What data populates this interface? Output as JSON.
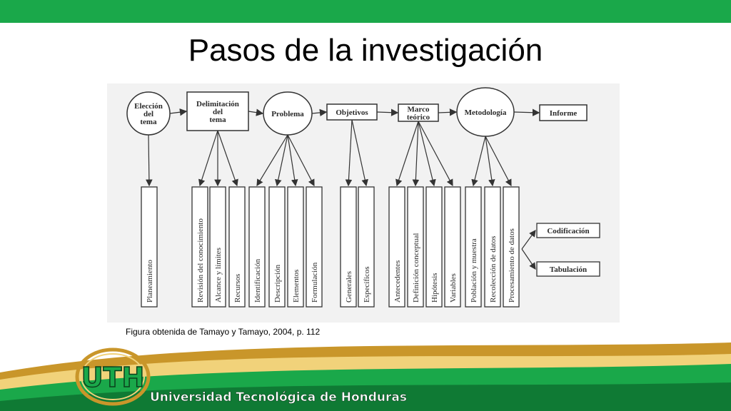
{
  "slide": {
    "title": "Pasos de la investigación",
    "caption": "Figura obtenida de Tamayo y Tamayo, 2004, p. 112"
  },
  "diagram": {
    "steps": [
      {
        "id": "eleccion",
        "shape": "circle",
        "lines": [
          "Elección",
          "del",
          "tema"
        ]
      },
      {
        "id": "delimitacion",
        "shape": "rect",
        "lines": [
          "Delimitación",
          "del",
          "tema"
        ]
      },
      {
        "id": "problema",
        "shape": "circle",
        "lines": [
          "Problema"
        ]
      },
      {
        "id": "objetivos",
        "shape": "rect",
        "lines": [
          "Objetivos"
        ]
      },
      {
        "id": "marco",
        "shape": "rect",
        "lines": [
          "Marco",
          "teórico"
        ]
      },
      {
        "id": "metodologia",
        "shape": "circle",
        "lines": [
          "Metodología"
        ]
      },
      {
        "id": "informe",
        "shape": "rect",
        "lines": [
          "Informe"
        ]
      }
    ],
    "substeps": [
      {
        "parent": "eleccion",
        "label": "Planeamiento"
      },
      {
        "parent": "delimitacion",
        "label": "Revisión del conocimiento"
      },
      {
        "parent": "delimitacion",
        "label": "Alcance y límites"
      },
      {
        "parent": "delimitacion",
        "label": "Recursos"
      },
      {
        "parent": "problema",
        "label": "Identificación"
      },
      {
        "parent": "problema",
        "label": "Descripción"
      },
      {
        "parent": "problema",
        "label": "Elementos"
      },
      {
        "parent": "problema",
        "label": "Formulación"
      },
      {
        "parent": "objetivos",
        "label": "Generales"
      },
      {
        "parent": "objetivos",
        "label": "Específicos"
      },
      {
        "parent": "marco",
        "label": "Antecedentes"
      },
      {
        "parent": "marco",
        "label": "Definición conceptual"
      },
      {
        "parent": "marco",
        "label": "Hipótesis"
      },
      {
        "parent": "marco",
        "label": "Variables"
      },
      {
        "parent": "metodologia",
        "label": "Población y muestra"
      },
      {
        "parent": "metodologia",
        "label": "Recolección de datos"
      },
      {
        "parent": "metodologia",
        "label": "Procesamiento de datos"
      }
    ],
    "outputs": [
      "Codificación",
      "Tabulación"
    ]
  },
  "logo": {
    "text": "UTH",
    "university": "Universidad Tecnológica de Honduras"
  },
  "colors": {
    "green": "#1aa84a",
    "dark_green": "#0f7a34",
    "gold": "#c9962a",
    "light_gold": "#f1d27a"
  }
}
